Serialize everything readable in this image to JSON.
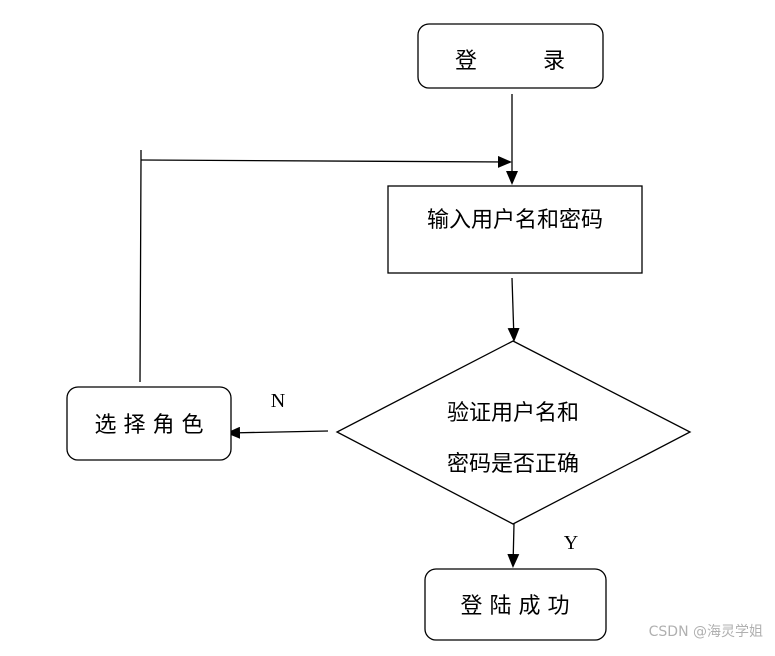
{
  "nodes": {
    "login": "登　　　录",
    "input": "输入用户名和密码",
    "verify_line1": "验证用户名和",
    "verify_line2": "密码是否正确",
    "select_role": "选 择 角 色",
    "success": "登 陆 成 功"
  },
  "edges": {
    "no_label": "N",
    "yes_label": "Y"
  },
  "watermark": "CSDN @海灵学姐"
}
